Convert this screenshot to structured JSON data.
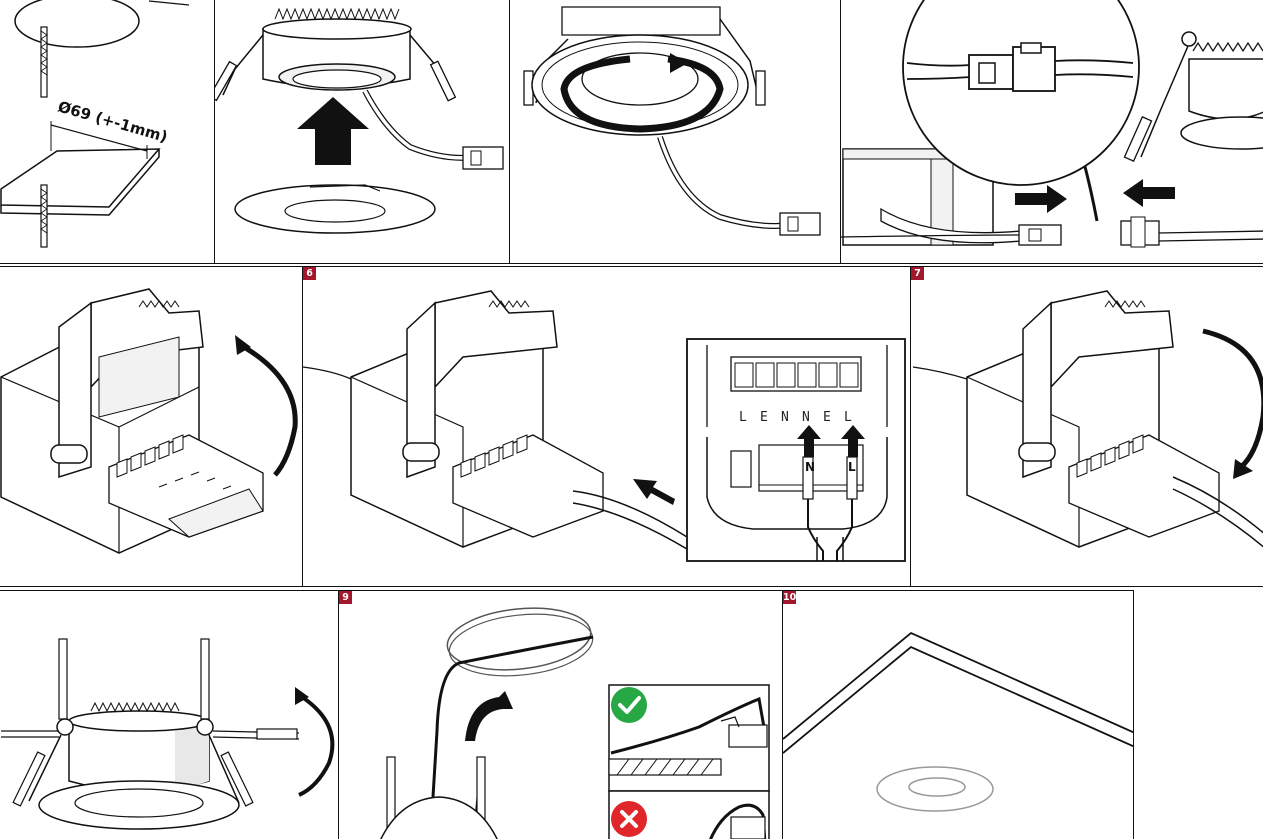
{
  "steps": {
    "panel_6": "6",
    "panel_7": "7",
    "panel_9": "9",
    "panel_10": "10"
  },
  "dimension": {
    "cutout": "Ø69 (+-1mm)"
  },
  "terminal": {
    "labels": [
      "L",
      "E",
      "N",
      "N",
      "E",
      "L"
    ],
    "neutral": "N",
    "live": "L"
  },
  "colors": {
    "badge": "#a3172c",
    "ok": "#27a844",
    "bad": "#e0262b",
    "line": "#111111",
    "fill_light": "#f2f2f2"
  },
  "icons": {
    "correct": "check-circle-icon",
    "incorrect": "x-circle-icon"
  }
}
